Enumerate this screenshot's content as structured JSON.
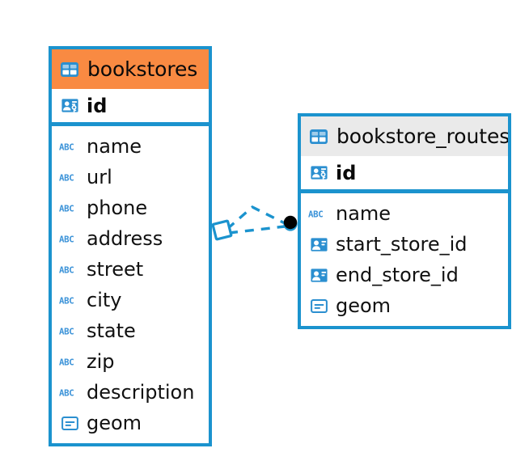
{
  "diagram": {
    "type": "entity-relationship-diagram",
    "background": "#ffffff",
    "accent_border_color": "#1b93ce",
    "icon_blue": "#2b8fd0",
    "abc_blue": "#3a92d8",
    "relationship_endpoint_color": "#000000"
  },
  "tables": [
    {
      "name": "bookstores",
      "header_color": "#f98a42",
      "header_icon": "table-grid-icon",
      "primary_key": {
        "label": "id",
        "icon": "primary-key-icon"
      },
      "fields": [
        {
          "label": "name",
          "icon": "text-abc-icon"
        },
        {
          "label": "url",
          "icon": "text-abc-icon"
        },
        {
          "label": "phone",
          "icon": "text-abc-icon"
        },
        {
          "label": "address",
          "icon": "text-abc-icon"
        },
        {
          "label": "street",
          "icon": "text-abc-icon"
        },
        {
          "label": "city",
          "icon": "text-abc-icon"
        },
        {
          "label": "state",
          "icon": "text-abc-icon"
        },
        {
          "label": "zip",
          "icon": "text-abc-icon"
        },
        {
          "label": "description",
          "icon": "text-abc-icon"
        },
        {
          "label": "geom",
          "icon": "geometry-icon"
        }
      ]
    },
    {
      "name": "bookstore_routes",
      "header_color": "#eaeaea",
      "header_icon": "table-grid-icon",
      "primary_key": {
        "label": "id",
        "icon": "primary-key-icon"
      },
      "fields": [
        {
          "label": "name",
          "icon": "text-abc-icon"
        },
        {
          "label": "start_store_id",
          "icon": "foreign-key-icon"
        },
        {
          "label": "end_store_id",
          "icon": "foreign-key-icon"
        },
        {
          "label": "geom",
          "icon": "geometry-icon"
        }
      ]
    }
  ],
  "relationship": {
    "source_table": "bookstores",
    "target_table": "bookstore_routes",
    "source_marker": "diamond-outline-marker",
    "target_marker": "filled-circle-marker",
    "line_style": "dashed",
    "line_color": "#1b93ce"
  }
}
